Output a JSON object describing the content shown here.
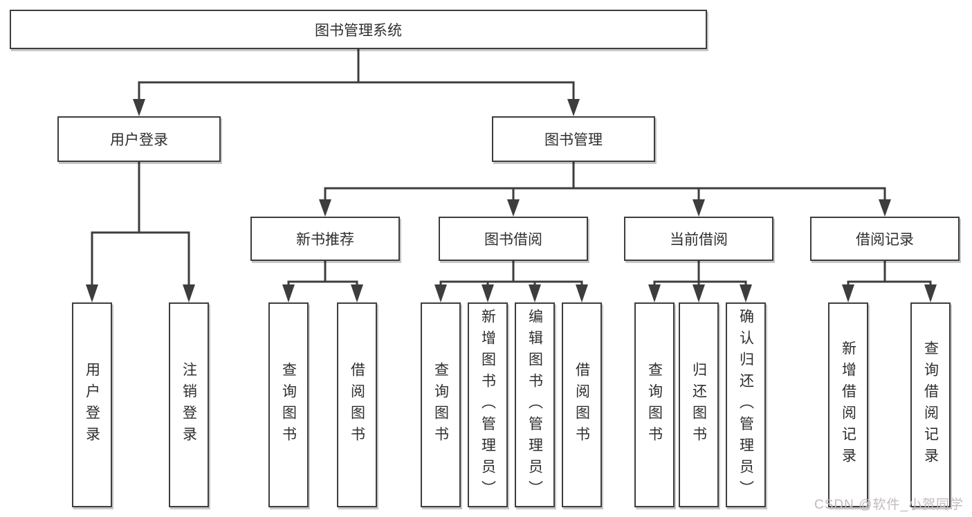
{
  "diagram": {
    "type": "hierarchy-tree",
    "levels": 4,
    "colors": {
      "background": "#ffffff",
      "box_background": "#ffffff",
      "box_border": "#3d3d3d",
      "line": "#3d3d3d",
      "text": "#2e2e2e",
      "watermark": "#c3bbbb"
    }
  },
  "nodes": {
    "root": "图书管理系统",
    "level2": {
      "user_login": "用户登录",
      "book_mgmt": "图书管理"
    },
    "level3": {
      "new_book_rec": "新书推荐",
      "book_borrow": "图书借阅",
      "current_borrow": "当前借阅",
      "borrow_records": "借阅记录"
    },
    "leaves": {
      "user_login": "用户登录",
      "logout": "注销登录",
      "rec_query_books": "查询图书",
      "rec_borrow_books": "借阅图书",
      "bb_query_books": "查询图书",
      "bb_add_books": "新增图书（管理员）",
      "bb_edit_books": "编辑图书（管理员）",
      "bb_borrow_books": "借阅图书",
      "cb_query_books": "查询图书",
      "cb_return_books": "归还图书",
      "cb_confirm_return": "确认归还（管理员）",
      "br_add_record": "新增借阅记录",
      "br_query_record": "查询借阅记录"
    }
  },
  "watermark": "CSDN @软件_小贺同学"
}
